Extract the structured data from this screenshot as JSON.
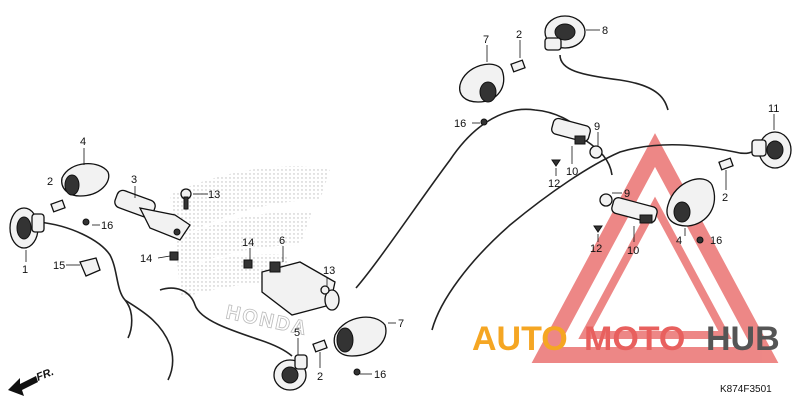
{
  "diagram": {
    "drawing_code": "K874F3501",
    "direction_label": "FR.",
    "logo_text": "HONDA",
    "watermark": {
      "word_a": "AUTO",
      "word_b": "MOTO",
      "word_c": "HUB",
      "color_a": "#f5a623",
      "color_b": "#e8605e",
      "color_c": "#555555"
    },
    "callouts": {
      "c1": "1",
      "c2a": "2",
      "c2b": "2",
      "c2c": "2",
      "c2d": "2",
      "c3": "3",
      "c4a": "4",
      "c4b": "4",
      "c5": "5",
      "c6": "6",
      "c7a": "7",
      "c7b": "7",
      "c8": "8",
      "c9a": "9",
      "c9b": "9",
      "c10a": "10",
      "c10b": "10",
      "c11": "11",
      "c12a": "12",
      "c12b": "12",
      "c13a": "13",
      "c13b": "13",
      "c14a": "14",
      "c14b": "14",
      "c15": "15",
      "c16a": "16",
      "c16b": "16",
      "c16c": "16",
      "c16d": "16"
    }
  }
}
